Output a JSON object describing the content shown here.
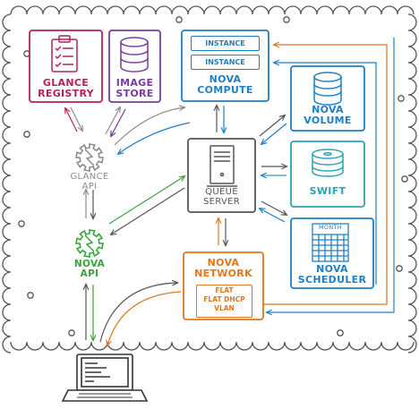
{
  "title": "",
  "colors": {
    "glance": "#b3235a",
    "image_store": "#7b3aa1",
    "compute": "#1f7fc4",
    "volume": "#1f7fc4",
    "swift": "#2aa3b5",
    "scheduler": "#1f7fc4",
    "network": "#e0771b",
    "gray": "#8c8c8c",
    "green": "#3aa23a",
    "dark": "#555555"
  },
  "nodes": {
    "glance_registry": {
      "label1": "GLANCE",
      "label2": "REGISTRY",
      "icon": "clipboard-icon"
    },
    "image_store": {
      "label1": "IMAGE",
      "label2": "STORE",
      "icon": "database-icon"
    },
    "nova_compute": {
      "label1": "NOVA",
      "label2": "COMPUTE",
      "instances": [
        "INSTANCE",
        "INSTANCE"
      ]
    },
    "nova_volume": {
      "label1": "NOVA",
      "label2": "VOLUME",
      "icon": "database-icon"
    },
    "swift": {
      "label": "SWIFT",
      "icon": "disk-stack-icon"
    },
    "nova_scheduler": {
      "label1": "NOVA",
      "label2": "SCHEDULER",
      "month": "MONTH",
      "icon": "calendar-icon"
    },
    "queue_server": {
      "label1": "QUEUE",
      "label2": "SERVER",
      "icon": "server-tower-icon"
    },
    "glance_api": {
      "label1": "GLANCE",
      "label2": "API",
      "icon": "gear-icon"
    },
    "nova_api": {
      "label1": "NOVA",
      "label2": "API",
      "icon": "gear-icon"
    },
    "nova_network": {
      "label1": "NOVA",
      "label2": "NETWORK",
      "modes": [
        "FLAT",
        "FLAT DHCP",
        "VLAN"
      ]
    },
    "client": {
      "icon": "laptop-icon"
    }
  }
}
